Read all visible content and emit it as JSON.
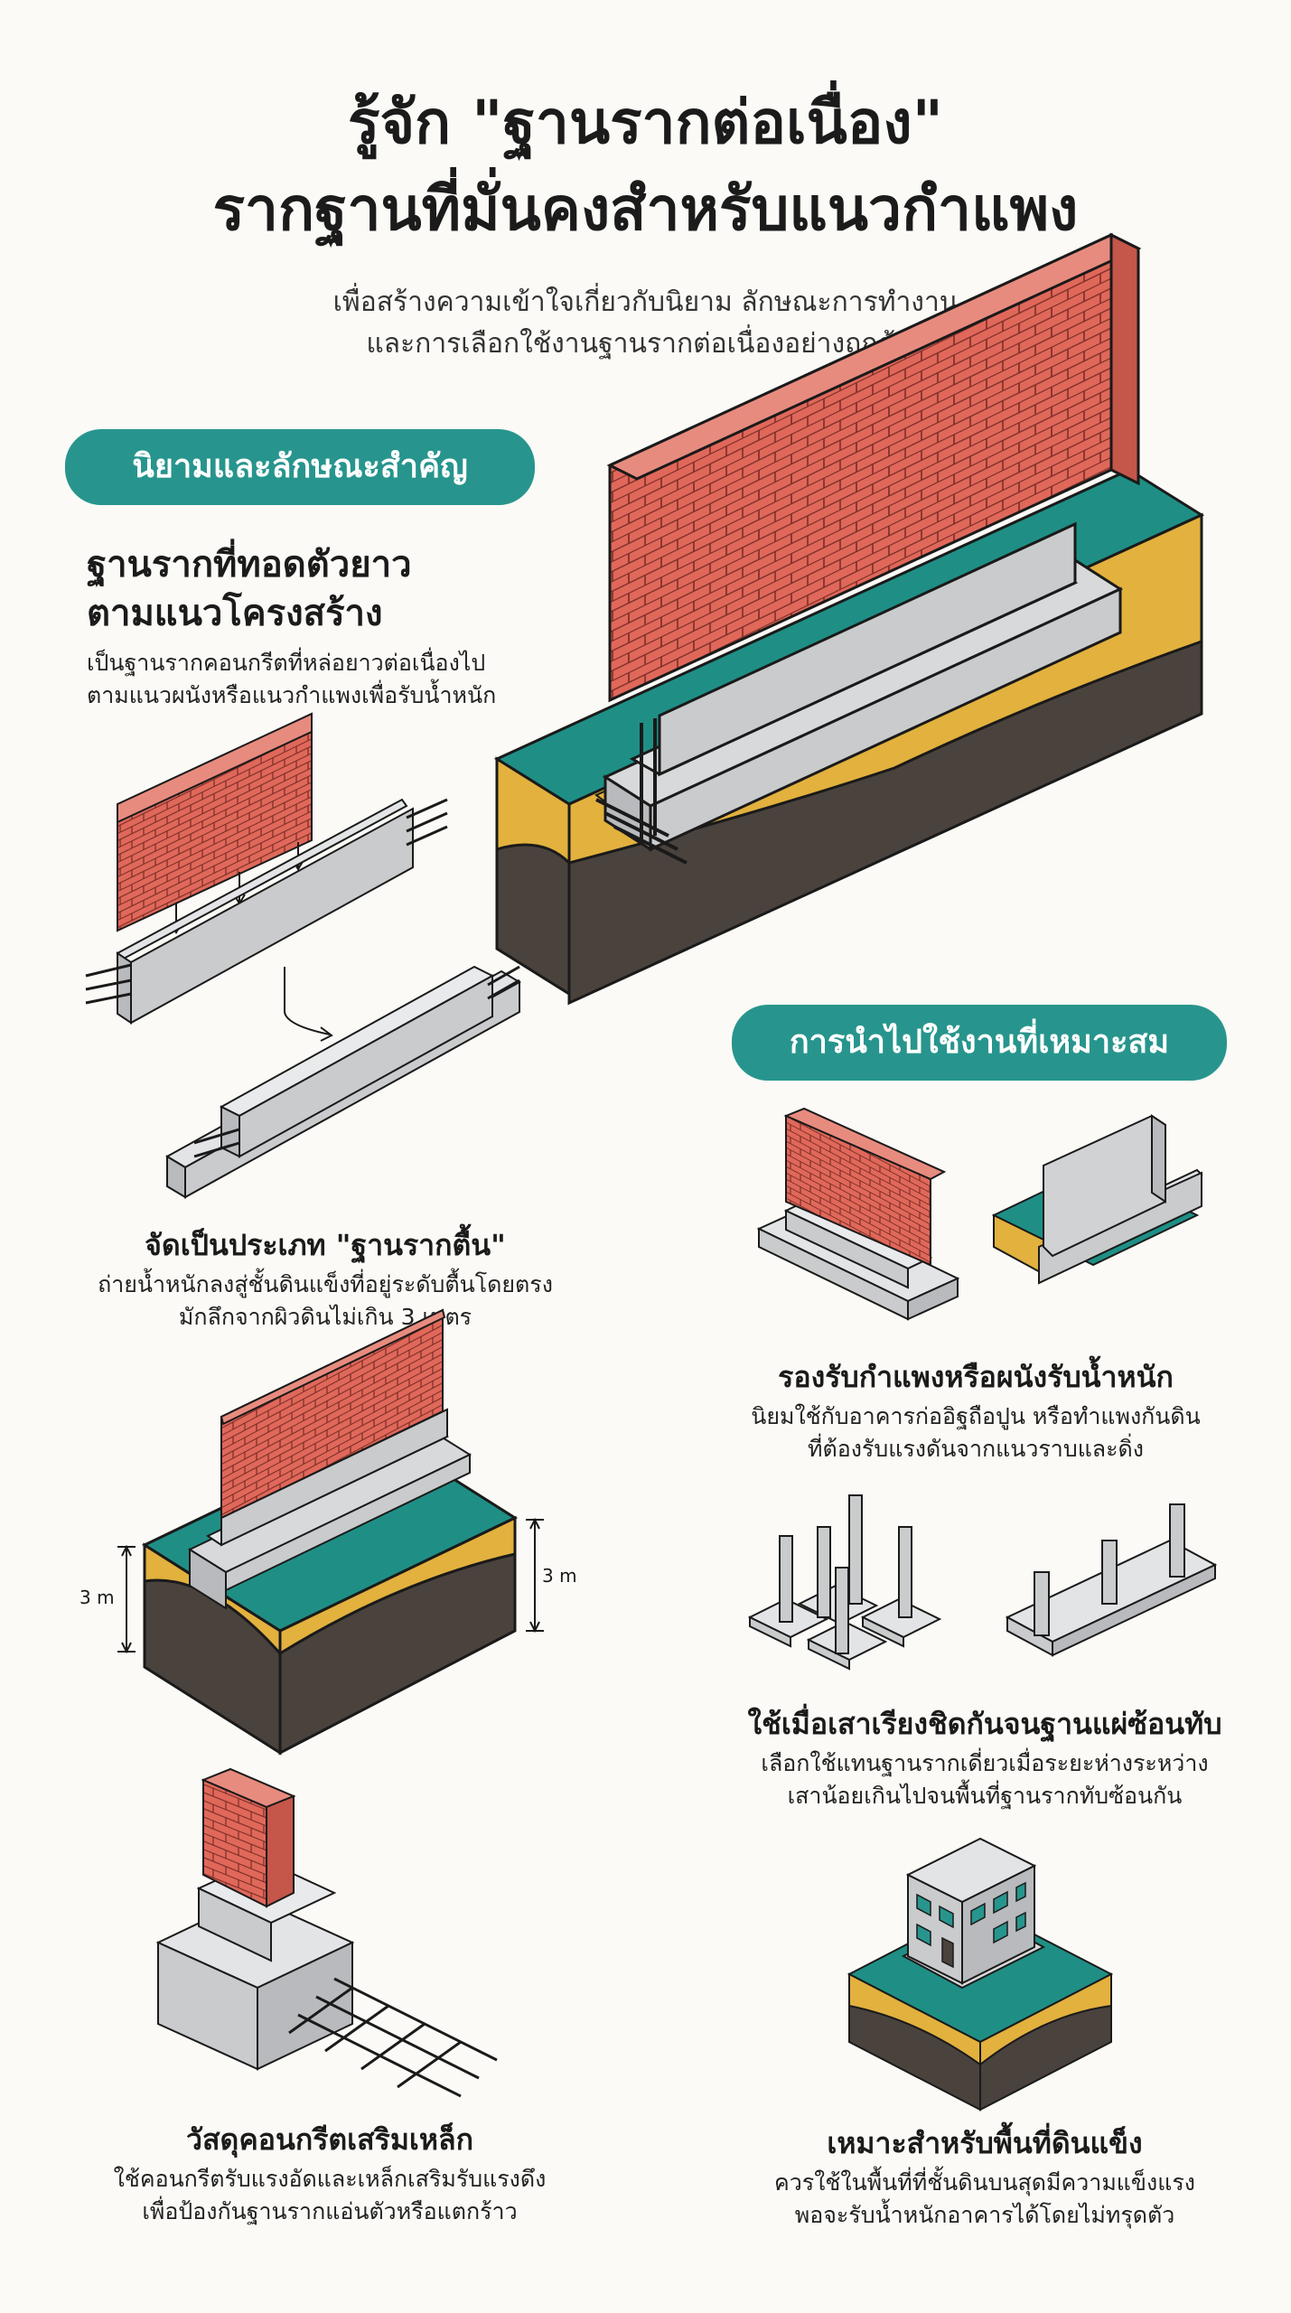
{
  "header": {
    "title_line1": "รู้จัก \"ฐานรากต่อเนื่อง\"",
    "title_line2": "รากฐานที่มั่นคงสำหรับแนวกำแพง",
    "subtitle_line1": "เพื่อสร้างความเข้าใจเกี่ยวกับนิยาม ลักษณะการทำงาน",
    "subtitle_line2": "และการเลือกใช้งานฐานรากต่อเนื่องอย่างถูกต้อง"
  },
  "section_definition": {
    "pill": "นิยามและลักษณะสำคัญ",
    "heading_line1": "ฐานรากที่ทอดตัวยาว",
    "heading_line2": "ตามแนวโครงสร้าง",
    "text_line1": "เป็นฐานรากคอนกรีตที่หล่อยาวต่อเนื่องไป",
    "text_line2": "ตามแนวผนังหรือแนวกำแพงเพื่อรับน้ำหนัก"
  },
  "shallow": {
    "heading": "จัดเป็นประเภท \"ฐานรากตื้น\"",
    "text_line1": "ถ่ายน้ำหนักลงสู่ชั้นดินแข็งที่อยู่ระดับตื้นโดยตรง",
    "text_line2": "มักลึกจากผิวดินไม่เกิน 3 เมตร",
    "depth_label_left": "3 m",
    "depth_label_right": "3 m"
  },
  "material": {
    "heading": "วัสดุคอนกรีตเสริมเหล็ก",
    "text_line1": "ใช้คอนกรีตรับแรงอัดและเหล็กเสริมรับแรงดึง",
    "text_line2": "เพื่อป้องกันฐานรากแอ่นตัวหรือแตกร้าว"
  },
  "section_usage": {
    "pill": "การนำไปใช้งานที่เหมาะสม"
  },
  "usage_walls": {
    "heading": "รองรับกำแพงหรือผนังรับน้ำหนัก",
    "text_line1": "นิยมใช้กับอาคารก่ออิฐถือปูน หรือทำแพงกันดิน",
    "text_line2": "ที่ต้องรับแรงดันจากแนวราบและดิ่ง"
  },
  "usage_columns": {
    "heading": "ใช้เมื่อเสาเรียงชิดกันจนฐานแผ่ซ้อนทับ",
    "text_line1": "เลือกใช้แทนฐานรากเดี่ยวเมื่อระยะห่างระหว่าง",
    "text_line2": "เสาน้อยเกินไปจนพื้นที่ฐานรากทับซ้อนกัน"
  },
  "usage_soil": {
    "heading": "เหมาะสำหรับพื้นที่ดินแข็ง",
    "text_line1": "ควรใช้ในพื้นที่ที่ชั้นดินบนสุดมีความแข็งแรง",
    "text_line2": "พอจะรับน้ำหนักอาคารได้โดยไม่ทรุดตัว"
  },
  "colors": {
    "accent": "#27958d",
    "brick": "#e0685a",
    "concrete": "#c9cbcd",
    "sand": "#e2b13e",
    "soil_dark": "#4a423d",
    "grass": "#1f8f85"
  }
}
